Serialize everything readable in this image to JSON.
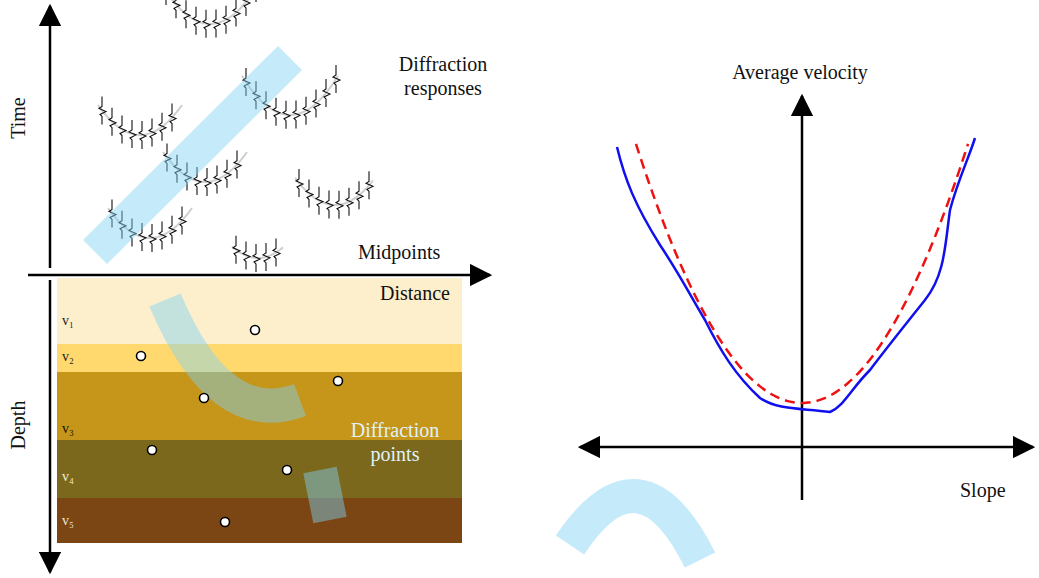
{
  "diagram": {
    "nodes": [
      {
        "text": [
          "v₁"
        ]
      },
      {
        "text": [
          "v₂"
        ]
      },
      {
        "text": [
          "v₃"
        ]
      },
      {
        "text": [
          "v₄"
        ]
      },
      {
        "text": [
          "v₅"
        ]
      }
    ],
    "labels": [
      "Time",
      "Depth",
      "Midpoints",
      "Distance",
      "Diffraction responses",
      "Diffraction points",
      "Average velocity",
      "Slope"
    ]
  }
}
